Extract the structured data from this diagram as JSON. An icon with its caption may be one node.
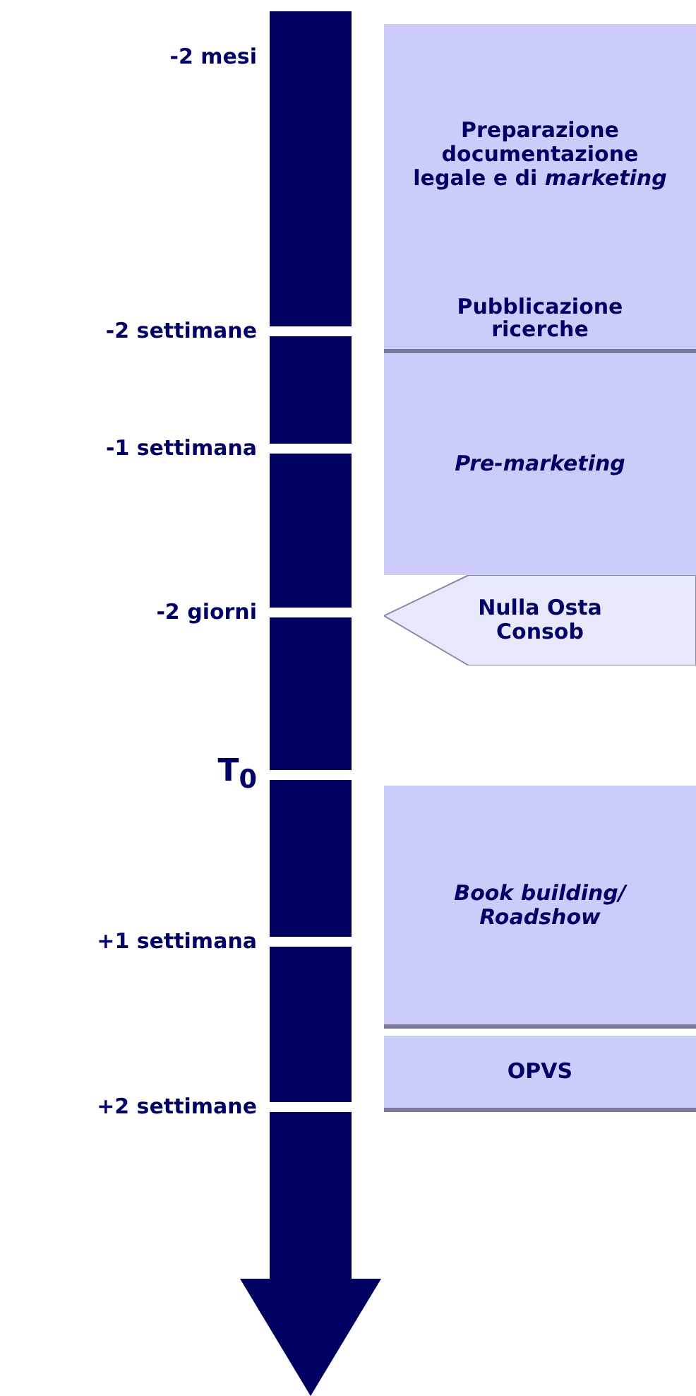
{
  "diagram": {
    "nodes": [
      {
        "text": [
          "Preparazione documentazione legale e di *marketing*"
        ]
      },
      {
        "text": [
          "Pubblicazione ricerche"
        ]
      },
      {
        "text": [
          "Pre-marketing"
        ]
      },
      {
        "text": [
          "Nulla Osta Consob"
        ]
      },
      {
        "text": [
          "Book building/ Roadshow"
        ]
      },
      {
        "text": [
          "OPVS"
        ]
      }
    ],
    "labels": [
      "-2 mesi",
      "-2 settimane",
      "-1 settimana",
      "-2 giorni",
      "T$_{0}$",
      "+1 settimana",
      "+2 settimane"
    ]
  }
}
